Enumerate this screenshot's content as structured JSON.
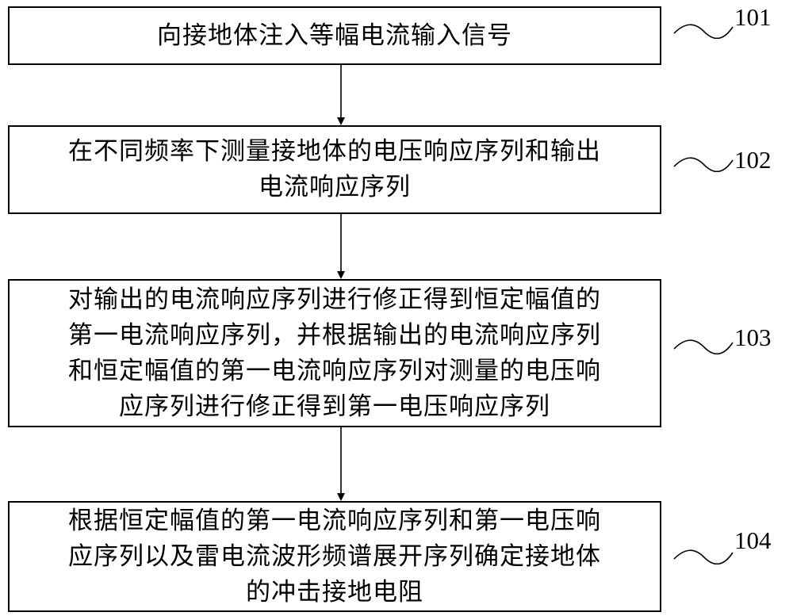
{
  "steps": [
    {
      "number": "101",
      "text": "向接地体注入等幅电流输入信号"
    },
    {
      "number": "102",
      "text": "在不同频率下测量接地体的电压响应序列和输出\n电流响应序列"
    },
    {
      "number": "103",
      "text": "对输出的电流响应序列进行修正得到恒定幅值的\n第一电流响应序列，并根据输出的电流响应序列\n和恒定幅值的第一电流响应序列对测量的电压响\n应序列进行修正得到第一电压响应序列"
    },
    {
      "number": "104",
      "text": "根据恒定幅值的第一电流响应序列和第一电压响\n应序列以及雷电流波形频谱展开序列确定接地体\n的冲击接地电阻"
    }
  ],
  "colors": {
    "line": "#000000",
    "background": "#ffffff"
  }
}
